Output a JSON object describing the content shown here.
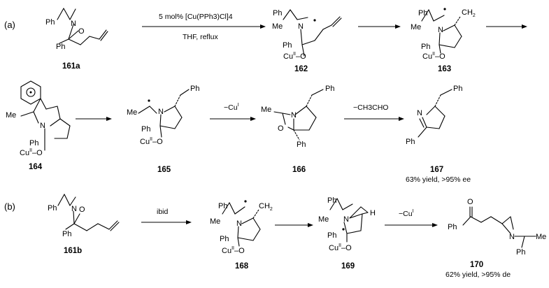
{
  "parts": {
    "a": "(a)",
    "b": "(b)"
  },
  "compounds": {
    "c161a": "161a",
    "c162": "162",
    "c163": "163",
    "c164": "164",
    "c165": "165",
    "c166": "166",
    "c167": "167",
    "c161b": "161b",
    "c168": "168",
    "c169": "169",
    "c170": "170"
  },
  "conditions": {
    "step1_top": "5 mol% [Cu(PPh3)Cl]4",
    "step1_bottom": "THF, reflux",
    "step_cu_a": "−Cu",
    "step_cu_a_sup": "I",
    "step_acetaldehyde": "−CH3CHO",
    "step_ibid": "ibid",
    "step_cu_b": "−Cu",
    "step_cu_b_sup": "I"
  },
  "yields": {
    "y167": "63% yield, >95% ee",
    "y170": "62% yield, >95% de"
  },
  "atoms": {
    "Ph": "Ph",
    "Me": "Me",
    "N": "N",
    "O": "O",
    "H": "H",
    "CH2": "CH",
    "CH2_sub": "2",
    "CuII": "Cu",
    "CuII_sup": "II",
    "CuO_dash": "–O"
  }
}
